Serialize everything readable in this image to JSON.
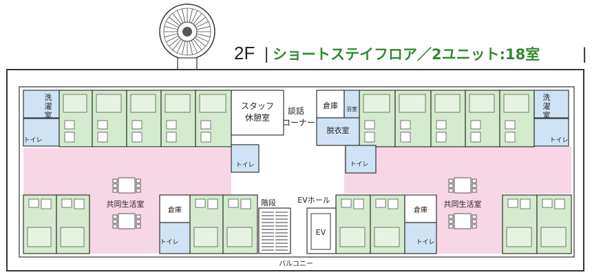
{
  "title": {
    "floor": "2F",
    "main": "ショートステイフロア／2ユニット:18室"
  },
  "labels": {
    "staff_lounge_1": "スタッフ",
    "staff_lounge_2": "休憩室",
    "talk_corner_1": "談話",
    "talk_corner_2": "コーナー",
    "storage": "倉庫",
    "bath": "浴室",
    "changing_room": "脱衣室",
    "laundry_1": "洗",
    "laundry_2": "濯",
    "laundry_3": "室",
    "toilet": "トイレ",
    "common_living": "共同生活室",
    "stairs": "階段",
    "ev_hall": "EVホール",
    "ev": "EV",
    "balcony": "バルコニー"
  },
  "colors": {
    "room_green": "#d4ebce",
    "corridor_pink": "#f7d6e6",
    "wet_blue": "#cfe3f4",
    "wall": "#333333",
    "title_green": "#2e8b2e",
    "white": "#ffffff"
  }
}
